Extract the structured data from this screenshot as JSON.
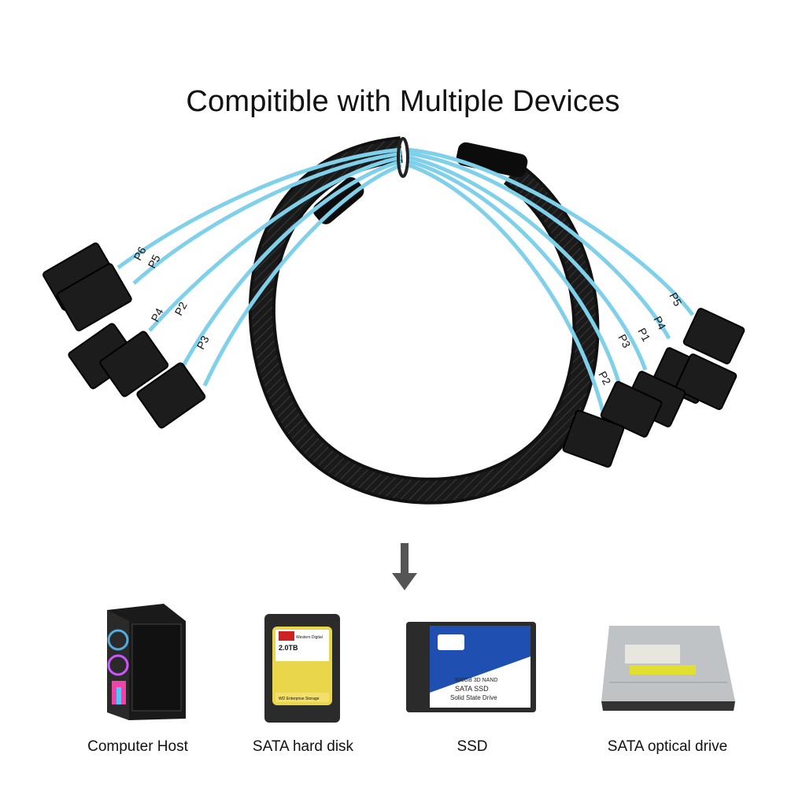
{
  "title": "Compitible with Multiple Devices",
  "cable": {
    "left_labels": [
      "P6",
      "P5",
      "P4",
      "P2",
      "P3"
    ],
    "right_labels": [
      "P5",
      "P4",
      "P1",
      "P3",
      "P2"
    ]
  },
  "devices": [
    {
      "name": "Computer Host",
      "icon": "computer-tower-icon"
    },
    {
      "name": "SATA hard disk",
      "icon": "hard-disk-icon",
      "label_text": [
        "Western Digital",
        "2.0TB",
        "WD Enterprise Storage"
      ]
    },
    {
      "name": "SSD",
      "icon": "ssd-icon",
      "label_text": [
        "500GB 3D NAND",
        "SATA SSD",
        "Solid State Drive"
      ]
    },
    {
      "name": "SATA optical drive",
      "icon": "optical-drive-icon"
    }
  ],
  "colors": {
    "cable_blue": "#7fd0ea",
    "sleeve": "#141414",
    "ssd_blue": "#1f4fb0"
  }
}
